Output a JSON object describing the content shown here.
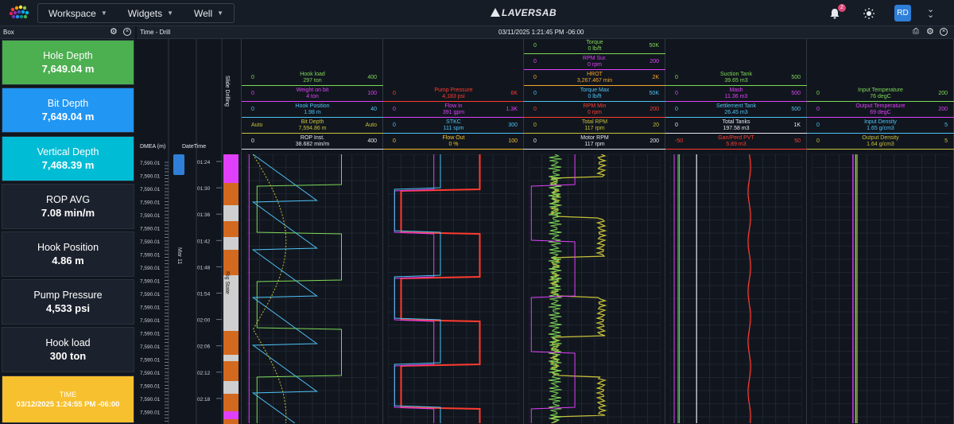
{
  "topbar": {
    "menu": [
      "Workspace",
      "Widgets",
      "Well"
    ],
    "brand": "LAVERSAB",
    "notification_count": "2",
    "user_initials": "RD"
  },
  "left_panel": {
    "title": "Box",
    "cards": [
      {
        "label": "Hole Depth",
        "value": "7,649.04 m",
        "color": "#4caf50"
      },
      {
        "label": "Bit Depth",
        "value": "7,649.04 m",
        "color": "#2196f3"
      },
      {
        "label": "Vertical Depth",
        "value": "7,468.39 m",
        "color": "#00bcd4"
      },
      {
        "label": "ROP AVG",
        "value": "7.08 min/m",
        "color": ""
      },
      {
        "label": "Hook Position",
        "value": "4.86 m",
        "color": ""
      },
      {
        "label": "Pump Pressure",
        "value": "4,533 psi",
        "color": ""
      },
      {
        "label": "Hook load",
        "value": "300 ton",
        "color": ""
      },
      {
        "label": "TIME",
        "value": "03/12/2025 1:24:55 PM -06:00",
        "color": "#f7c02e"
      }
    ]
  },
  "panel": {
    "title": "Time - Drill",
    "current_time": "03/11/2025 1:21:45 PM -06:00"
  },
  "depth_track": {
    "col1": "DMEA (m)",
    "col2": "DateTime",
    "depths": [
      "7,590.01",
      "7,590.01",
      "7,590.01",
      "7,590.01",
      "7,590.01",
      "7,590.01",
      "7,590.01",
      "7,590.01",
      "7,590.01",
      "7,590.01",
      "7,590.01",
      "7,590.01",
      "7,590.01",
      "7,590.01",
      "7,590.01",
      "7,590.01",
      "7,590.01",
      "7,590.01",
      "7,590.01",
      "7,590.01"
    ],
    "times": [
      "01:24",
      "01:30",
      "01:36",
      "01:42",
      "01:48",
      "01:54",
      "02:00",
      "02:06",
      "02:12",
      "02:18"
    ],
    "date": "Mar 11",
    "rig_state": "Rig State",
    "slide_drilling": "Slide Drilling"
  },
  "tracks": [
    {
      "headers": [
        {
          "name": "Hook load",
          "value": "297 ton",
          "min": "0",
          "max": "400",
          "color": "#7ed957"
        },
        {
          "name": "Weight on bit",
          "value": "4 ton",
          "min": "0",
          "max": "100",
          "color": "#e040fb"
        },
        {
          "name": "Hook Position",
          "value": "1.98 m",
          "min": "0",
          "max": "40",
          "color": "#4fc3f7"
        },
        {
          "name": "Bit Depth",
          "value": "7,594.86 m",
          "min": "Auto",
          "max": "Auto",
          "color": "#c6c03a"
        },
        {
          "name": "ROP Inst.",
          "value": "38.682 min/m",
          "min": "0",
          "max": "400",
          "color": "#e6e9ee"
        }
      ]
    },
    {
      "headers": [
        {
          "name": "Pump Pressure",
          "value": "4,183 psi",
          "min": "0",
          "max": "6K",
          "color": "#ff3b30"
        },
        {
          "name": "Flow in",
          "value": "391 gpm",
          "min": "0",
          "max": "1.3K",
          "color": "#e040fb"
        },
        {
          "name": "STKC",
          "value": "111 spm",
          "min": "0",
          "max": "300",
          "color": "#4fc3f7"
        },
        {
          "name": "Flow Out",
          "value": "0 %",
          "min": "0",
          "max": "100",
          "color": "#f7c02e"
        }
      ]
    },
    {
      "headers": [
        {
          "name": "Torque",
          "value": "0 lb/ft",
          "min": "0",
          "max": "50K",
          "color": "#7ed957"
        },
        {
          "name": "RPM Sur.",
          "value": "0 rpm",
          "min": "0",
          "max": "200",
          "color": "#e040fb"
        },
        {
          "name": "HROT",
          "value": "3,267.467 min",
          "min": "0",
          "max": "2K",
          "color": "#f7a62e"
        },
        {
          "name": "Torque Max",
          "value": "0 lb/ft",
          "min": "0",
          "max": "50K",
          "color": "#4fc3f7"
        },
        {
          "name": "RPM Min",
          "value": "0 rpm",
          "min": "0",
          "max": "200",
          "color": "#ff3b30"
        },
        {
          "name": "Total RPM",
          "value": "117 rpm",
          "min": "0",
          "max": "20",
          "color": "#c6c03a"
        },
        {
          "name": "Motor RPM",
          "value": "117 rpm",
          "min": "0",
          "max": "200",
          "color": "#e6e9ee"
        }
      ]
    },
    {
      "headers": [
        {
          "name": "Suction Tank",
          "value": "39.65 m3",
          "min": "0",
          "max": "500",
          "color": "#7ed957"
        },
        {
          "name": "Mash",
          "value": "11.36 m3",
          "min": "0",
          "max": "500",
          "color": "#e040fb"
        },
        {
          "name": "Settlement Tank",
          "value": "26.45 m3",
          "min": "0",
          "max": "500",
          "color": "#4fc3f7"
        },
        {
          "name": "Total Tanks",
          "value": "197.58 m3",
          "min": "0",
          "max": "1K",
          "color": "#e6e9ee"
        },
        {
          "name": "Gan/Perd PVT",
          "value": "5.89 m3",
          "min": "-50",
          "max": "50",
          "color": "#ff3b30"
        }
      ]
    },
    {
      "headers": [
        {
          "name": "Input Temperature",
          "value": "76 degC",
          "min": "0",
          "max": "200",
          "color": "#7ed957"
        },
        {
          "name": "Output Temperature",
          "value": "69 degC",
          "min": "0",
          "max": "200",
          "color": "#e040fb"
        },
        {
          "name": "Input Density",
          "value": "1.65 g/cm3",
          "min": "0",
          "max": "5",
          "color": "#4fc3f7"
        },
        {
          "name": "Output Density",
          "value": "1.64 g/cm3",
          "min": "0",
          "max": "5",
          "color": "#c6c03a"
        }
      ]
    }
  ]
}
